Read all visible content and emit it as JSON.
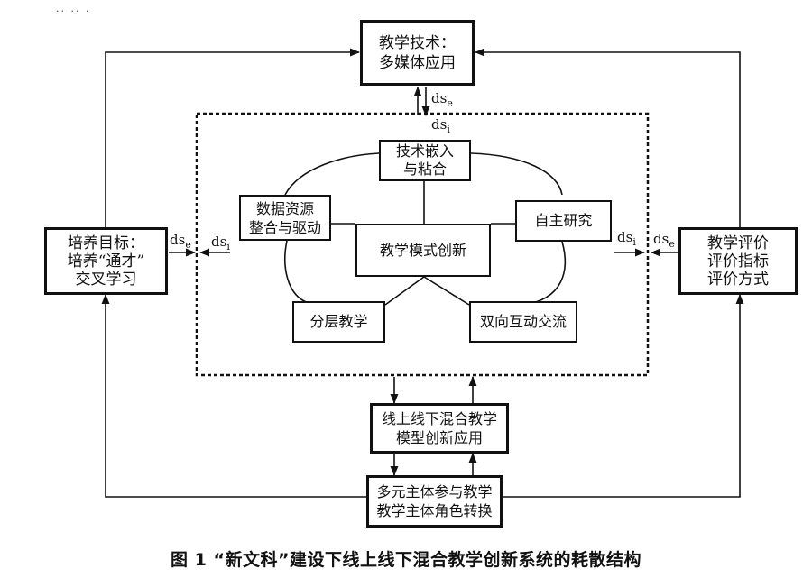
{
  "corner_mark": "·· ·· ·",
  "nodes": {
    "tech_media": [
      "教学技术：",
      "多媒体应用"
    ],
    "training_goal": [
      "培养目标：",
      "培养“通才”",
      "交叉学习"
    ],
    "evaluation": [
      "教学评价",
      "评价指标",
      "评价方式"
    ],
    "tech_embed": [
      "技术嵌入",
      "与粘合"
    ],
    "data_resource": [
      "数据资源",
      "整合与驱动"
    ],
    "self_research": [
      "自主研究"
    ],
    "mode_innovation": [
      "教学模式创新"
    ],
    "layered_teaching": [
      "分层教学"
    ],
    "two_way": [
      "双向互动交流"
    ],
    "hybrid_model": [
      "线上线下混合教学",
      "模型创新应用"
    ],
    "multi_subject": [
      "多元主体参与教学",
      "教学主体角色转换"
    ]
  },
  "flow_labels": {
    "top_dse": {
      "base": "ds",
      "sub": "e"
    },
    "top_dsi": {
      "base": "ds",
      "sub": "i"
    },
    "left_dse": {
      "base": "ds",
      "sub": "e"
    },
    "left_dsi": {
      "base": "ds",
      "sub": "i"
    },
    "right_dsi": {
      "base": "ds",
      "sub": "i"
    },
    "right_dse": {
      "base": "ds",
      "sub": "e"
    }
  },
  "caption": "图 1 “新文科”建设下线上线下混合教学创新系统的耗散结构"
}
